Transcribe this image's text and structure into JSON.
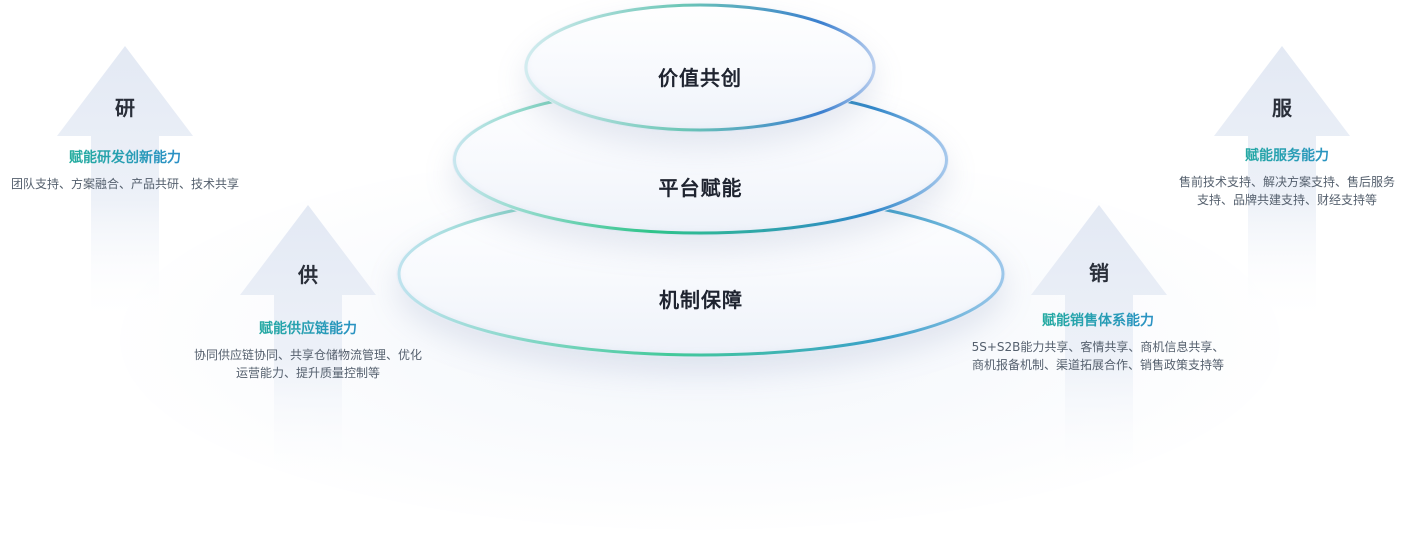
{
  "center": {
    "layers": [
      {
        "label": "价值共创"
      },
      {
        "label": "平台赋能"
      },
      {
        "label": "机制保障"
      }
    ]
  },
  "pillars": {
    "research": {
      "icon": "arrow-up-icon",
      "char": "研",
      "title": "赋能研发创新能力",
      "desc_line1": "团队支持、方案融合、产品共研、技术共享",
      "desc_line2": ""
    },
    "supply": {
      "icon": "arrow-up-icon",
      "char": "供",
      "title": "赋能供应链能力",
      "desc_line1": "协同供应链协同、共享仓储物流管理、优化",
      "desc_line2": "运营能力、提升质量控制等"
    },
    "sales": {
      "icon": "arrow-up-icon",
      "char": "销",
      "title": "赋能销售体系能力",
      "desc_line1": "5S+S2B能力共享、客情共享、商机信息共享、",
      "desc_line2": "商机报备机制、渠道拓展合作、销售政策支持等"
    },
    "service": {
      "icon": "arrow-up-icon",
      "char": "服",
      "title": "赋能服务能力",
      "desc_line1": "售前技术支持、解决方案支持、售后服务",
      "desc_line2": "支持、品牌共建支持、财经支持等"
    }
  },
  "colors": {
    "accent_green": "#1fbf84",
    "accent_blue": "#2f7de1",
    "arrow_fill": "#e6ebf5",
    "text_dark": "#1f2430",
    "text_body": "#55606e"
  }
}
